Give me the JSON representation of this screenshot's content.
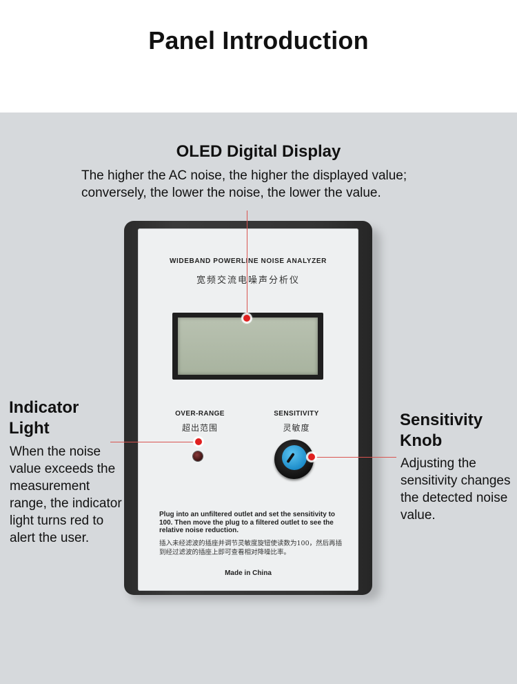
{
  "page": {
    "title": "Panel Introduction"
  },
  "callouts": {
    "oled": {
      "title": "OLED Digital Display",
      "description": "The higher the AC noise, the higher the displayed value; conversely, the lower the noise, the lower the value."
    },
    "indicator": {
      "title": "Indicator Light",
      "description": "When the noise value exceeds the measurement range, the indicator light turns red to alert the user."
    },
    "sensitivity": {
      "title": "Sensitivity Knob",
      "description": "Adjusting the sensitivity changes the detected noise value."
    }
  },
  "device": {
    "brand_en": "WIDEBAND POWERLINE NOISE ANALYZER",
    "brand_cn": "宽频交流电噪声分析仪",
    "over_range_label": "OVER-RANGE",
    "over_range_cn": "超出范围",
    "sensitivity_label": "SENSITIVITY",
    "sensitivity_cn": "灵敏度",
    "instructions_en": "Plug into an unfiltered outlet and set the sensitivity to 100. Then move the plug to a filtered outlet to see the relative noise reduction.",
    "instructions_cn": "插入未经滤波的插座并调节灵敏度旋钮使读数为100，然后再插到经过滤波的插座上即可查看相对降噪比率。",
    "made_in": "Made in China"
  },
  "colors": {
    "background_band": "#d6d9dc",
    "marker_red": "#e02020",
    "knob_blue": "#1e8ecb",
    "device_body": "#333333"
  }
}
